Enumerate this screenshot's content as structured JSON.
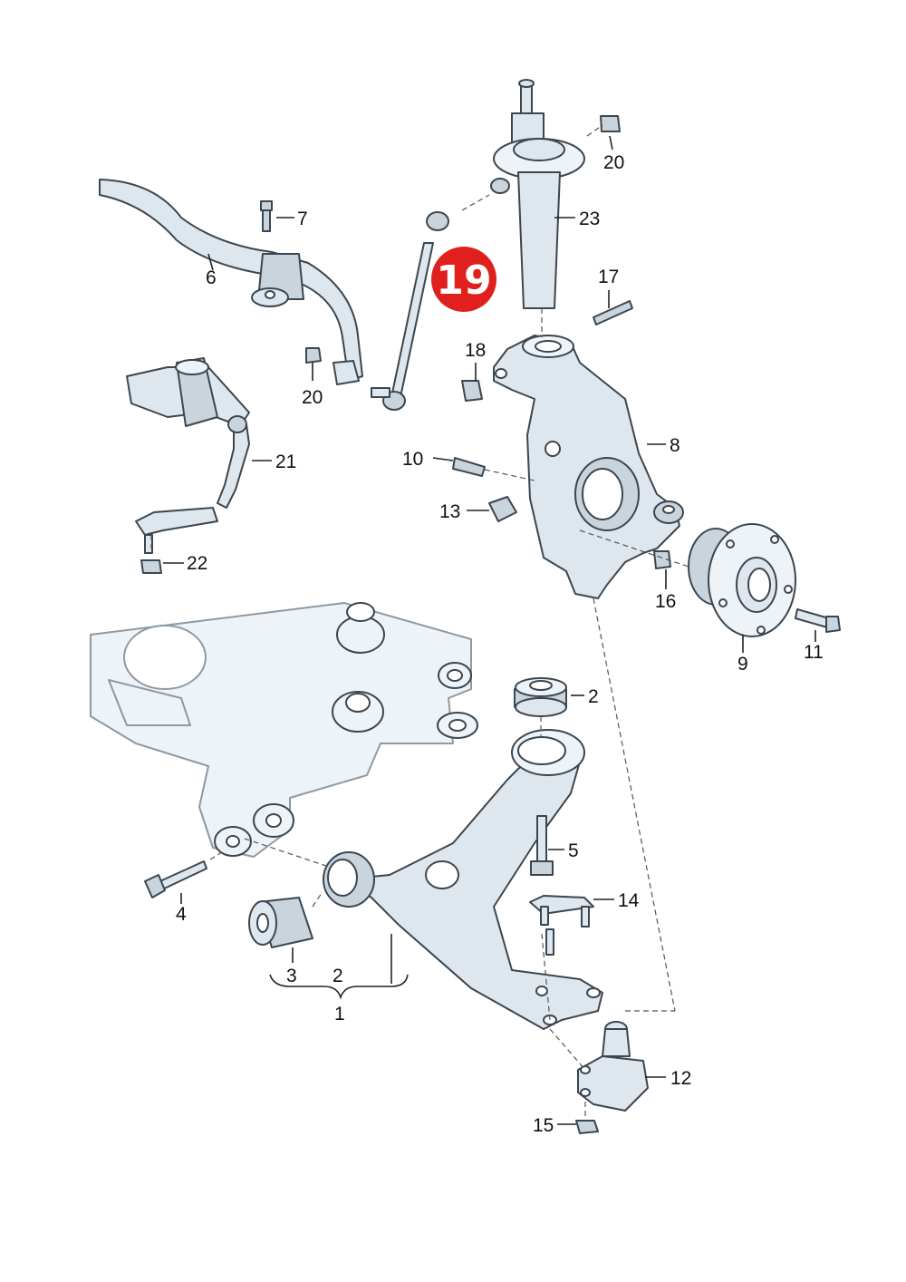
{
  "callouts": {
    "c1": "1",
    "c2a": "2",
    "c2b": "2",
    "c3": "3",
    "c4": "4",
    "c5": "5",
    "c6": "6",
    "c7": "7",
    "c8": "8",
    "c9": "9",
    "c10": "10",
    "c11": "11",
    "c12": "12",
    "c13": "13",
    "c14": "14",
    "c15": "15",
    "c16": "16",
    "c17": "17",
    "c18": "18",
    "c20a": "20",
    "c20b": "20",
    "c21": "21",
    "c22": "22",
    "c23": "23"
  },
  "highlight": {
    "label": "19",
    "color": "#e0201c"
  },
  "colors": {
    "part_fill": "#dfe7ee",
    "outline": "#3b4650"
  }
}
